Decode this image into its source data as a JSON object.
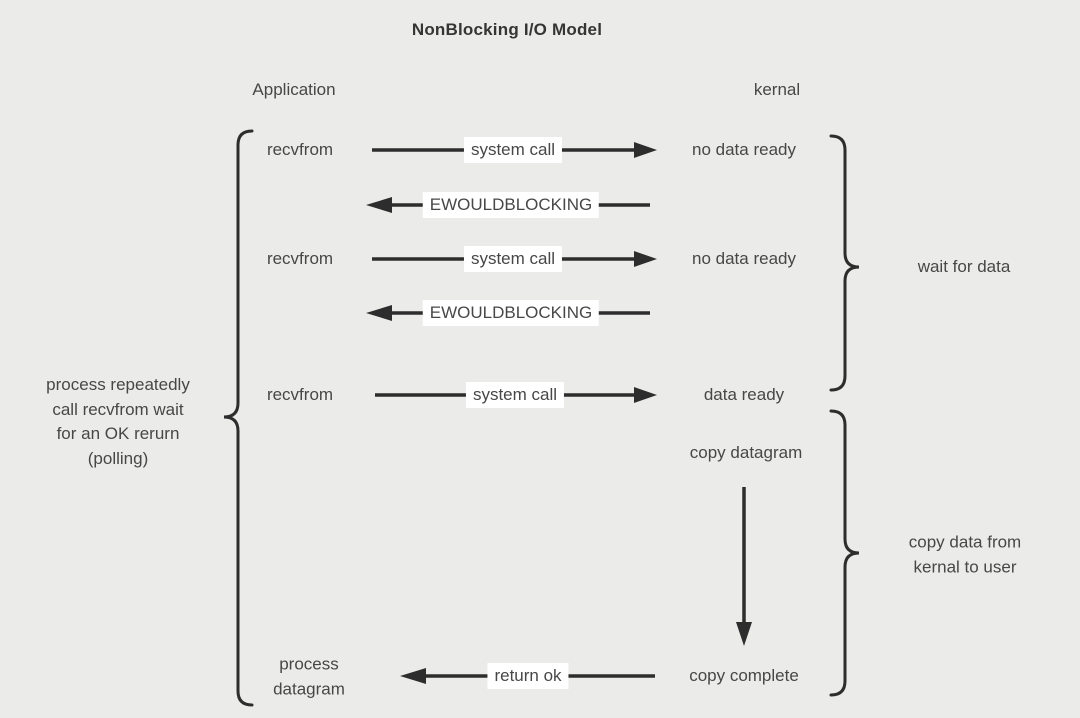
{
  "title": "NonBlocking I/O Model",
  "columns": {
    "app": "Application",
    "kernel": "kernal"
  },
  "left_note": {
    "line1": "process repeatedly",
    "line2": "call recvfrom wait",
    "line3": "for an OK rerurn",
    "line4": "(polling)"
  },
  "right_notes": {
    "wait": "wait for data",
    "copy_line1": "copy data from",
    "copy_line2": "kernal to user"
  },
  "flow": {
    "call1": {
      "app": "recvfrom",
      "arrow_label": "system call",
      "kernel": "no data ready"
    },
    "reply1": {
      "arrow_label": "EWOULDBLOCKING"
    },
    "call2": {
      "app": "recvfrom",
      "arrow_label": "system call",
      "kernel": "no data ready"
    },
    "reply2": {
      "arrow_label": "EWOULDBLOCKING"
    },
    "call3": {
      "app": "recvfrom",
      "arrow_label": "system call",
      "kernel": "data ready"
    },
    "copy": {
      "start": "copy datagram",
      "end": "copy complete"
    },
    "final": {
      "app_line1": "process",
      "app_line2": "datagram",
      "arrow_label": "return ok"
    }
  },
  "colors": {
    "background": "#ebebe9",
    "ink": "#2d2d2d",
    "text": "#474747",
    "label_bg": "#ffffff"
  }
}
